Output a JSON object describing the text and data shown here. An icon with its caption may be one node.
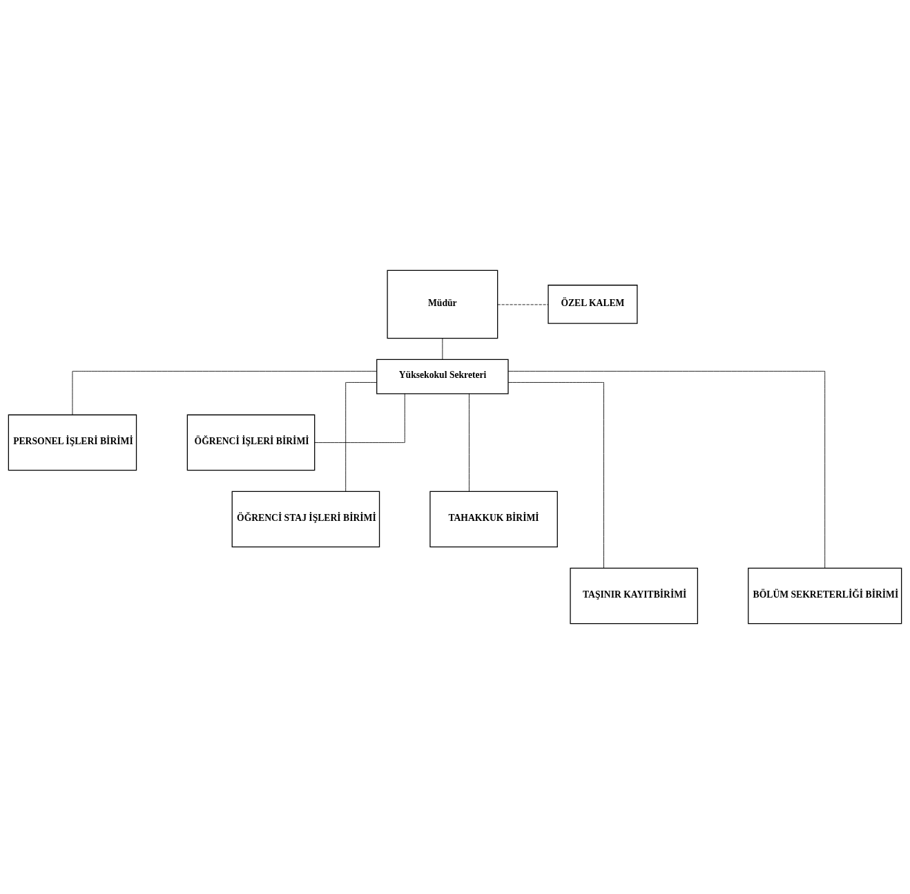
{
  "diagram": {
    "nodes": [
      {
        "text": [
          "Müdür"
        ]
      },
      {
        "text": [
          "ÖZEL KALEM"
        ]
      },
      {
        "text": [
          "Yüksekokul Sekreteri"
        ]
      },
      {
        "text": [
          "PERSONEL İŞLERİ BİRİMİ"
        ]
      },
      {
        "text": [
          "ÖĞRENCİ İŞLERİ BİRİMİ"
        ]
      },
      {
        "text": [
          "ÖĞRENCİ STAJ İŞLERİ BİRİMİ"
        ]
      },
      {
        "text": [
          "TAHAKKUK BİRİMİ"
        ]
      },
      {
        "text": [
          "TAŞINIR KAYITBİRİMİ"
        ]
      },
      {
        "text": [
          "BÖLÜM SEKRETERLİĞİ BİRİMİ"
        ]
      }
    ],
    "edges": [
      {
        "from": 0,
        "to": 1,
        "arrow": "none",
        "style": "dashed"
      },
      {
        "from": 0,
        "to": 2,
        "arrow": "none"
      },
      {
        "from": 2,
        "to": 3,
        "arrow": "none"
      },
      {
        "from": 2,
        "to": 4,
        "arrow": "none"
      },
      {
        "from": 2,
        "to": 5,
        "arrow": "none"
      },
      {
        "from": 2,
        "to": 6,
        "arrow": "none"
      },
      {
        "from": 2,
        "to": 7,
        "arrow": "none"
      },
      {
        "from": 2,
        "to": 8,
        "arrow": "none"
      }
    ]
  }
}
